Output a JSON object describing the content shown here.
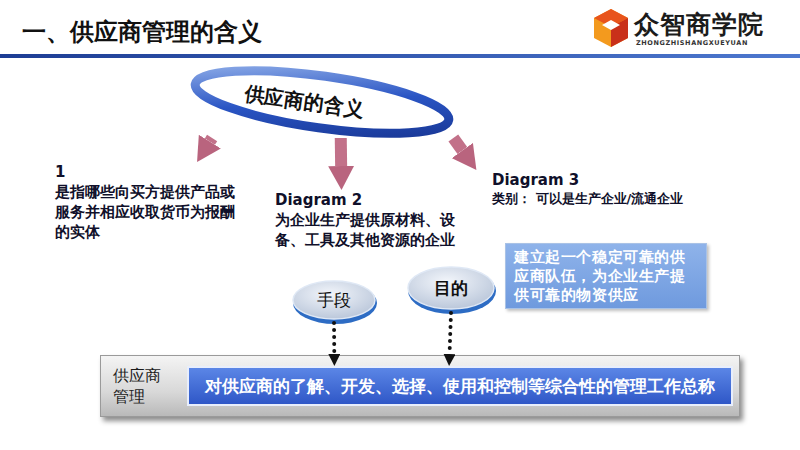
{
  "diagram": {
    "title": "一、供应商管理的含义",
    "nodes": [
      {
        "text": [
          "供应商的含义"
        ]
      },
      {
        "text": [
          "1",
          "是指哪些向买方提供产品或服务并相应收取货币为报酬的实体"
        ]
      },
      {
        "text": [
          "Diagram 2",
          "为企业生产提供原材料、设备、工具及其他资源的企业"
        ]
      },
      {
        "text": [
          "Diagram 3",
          "类别： 可以是生产企业/流通企业"
        ]
      },
      {
        "text": [
          "建立起一个稳定可靠的供应商队伍，为企业生产提供可靠的物资供应"
        ]
      },
      {
        "text": [
          "手段"
        ]
      },
      {
        "text": [
          "目的"
        ]
      },
      {
        "text": [
          "供应商 管理"
        ]
      },
      {
        "text": [
          "对供应商的了解、开发、选择、使用和控制等综合性的管理工作总称"
        ],
        "in": 7
      }
    ],
    "edges": [
      {
        "from": 0,
        "to": 1,
        "arrow": "to"
      },
      {
        "from": 0,
        "to": 2,
        "arrow": "to"
      },
      {
        "from": 0,
        "to": 3,
        "arrow": "to"
      },
      {
        "from": 5,
        "to": 8,
        "arrow": "to"
      },
      {
        "from": 6,
        "to": 8,
        "arrow": "to"
      }
    ],
    "labels": [
      "众智商学院",
      "ZHONGZHISHANGXUEYUAN"
    ]
  }
}
